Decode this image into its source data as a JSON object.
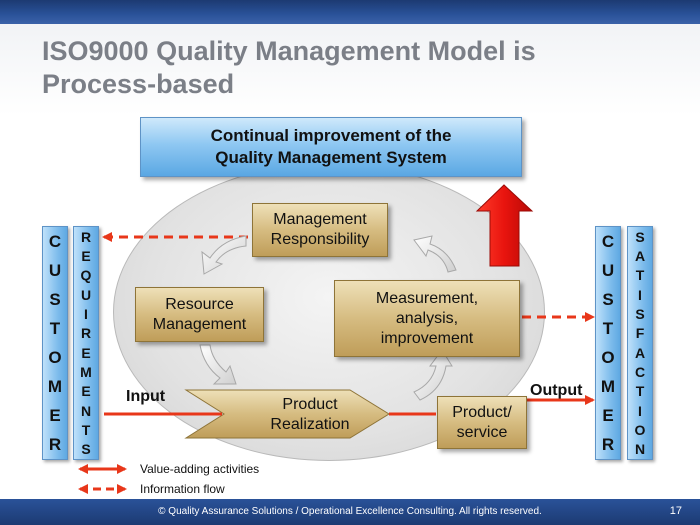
{
  "title_line1": "ISO9000 Quality Management Model is",
  "title_line2": "Process-based",
  "banner_line1": "Continual improvement of the",
  "banner_line2": "Quality Management System",
  "boxes": {
    "management": [
      "Management",
      "Responsibility"
    ],
    "resource": [
      "Resource",
      "Management"
    ],
    "measurement": [
      "Measurement,",
      "analysis,",
      "improvement"
    ],
    "realization": [
      "Product",
      "Realization"
    ],
    "product_service": [
      "Product/",
      "service"
    ]
  },
  "columns": {
    "customer_left": "CUSTOMER",
    "requirements": "REQUIREMENTS",
    "customer_right": "CUSTOMER",
    "satisfaction": "SATISFACTION"
  },
  "labels": {
    "input": "Input",
    "output": "Output"
  },
  "legend": {
    "value_adding": "Value-adding activities",
    "information_flow": "Information flow"
  },
  "footer": {
    "text": "© Quality Assurance Solutions /  Operational Excellence Consulting.  All rights reserved.",
    "page": "17"
  },
  "colors": {
    "arrow_red": "#e8371a",
    "banner_blue": "#8fc8f2",
    "gold": "#d6bc81",
    "header_blue": "#2a5299"
  }
}
